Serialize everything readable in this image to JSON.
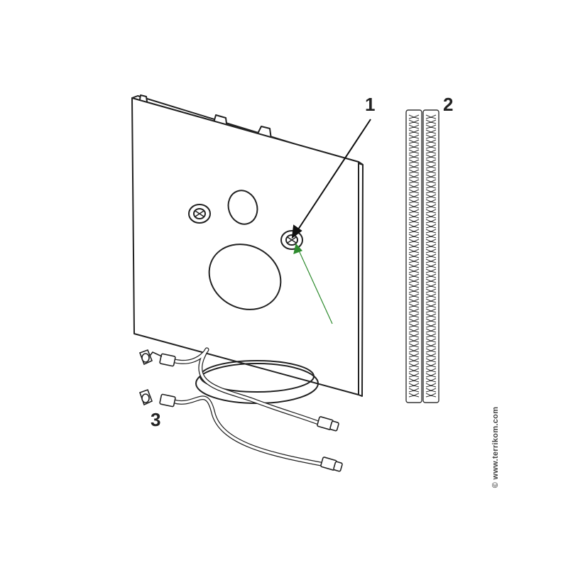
{
  "callouts": {
    "item_1": "1",
    "item_2": "2",
    "item_3": "3"
  },
  "watermark": "© www.terrikom.com",
  "colors": {
    "line": "#222222",
    "panel_fill": "#ffffff",
    "pointer_arrow": "#2e8b2e"
  }
}
